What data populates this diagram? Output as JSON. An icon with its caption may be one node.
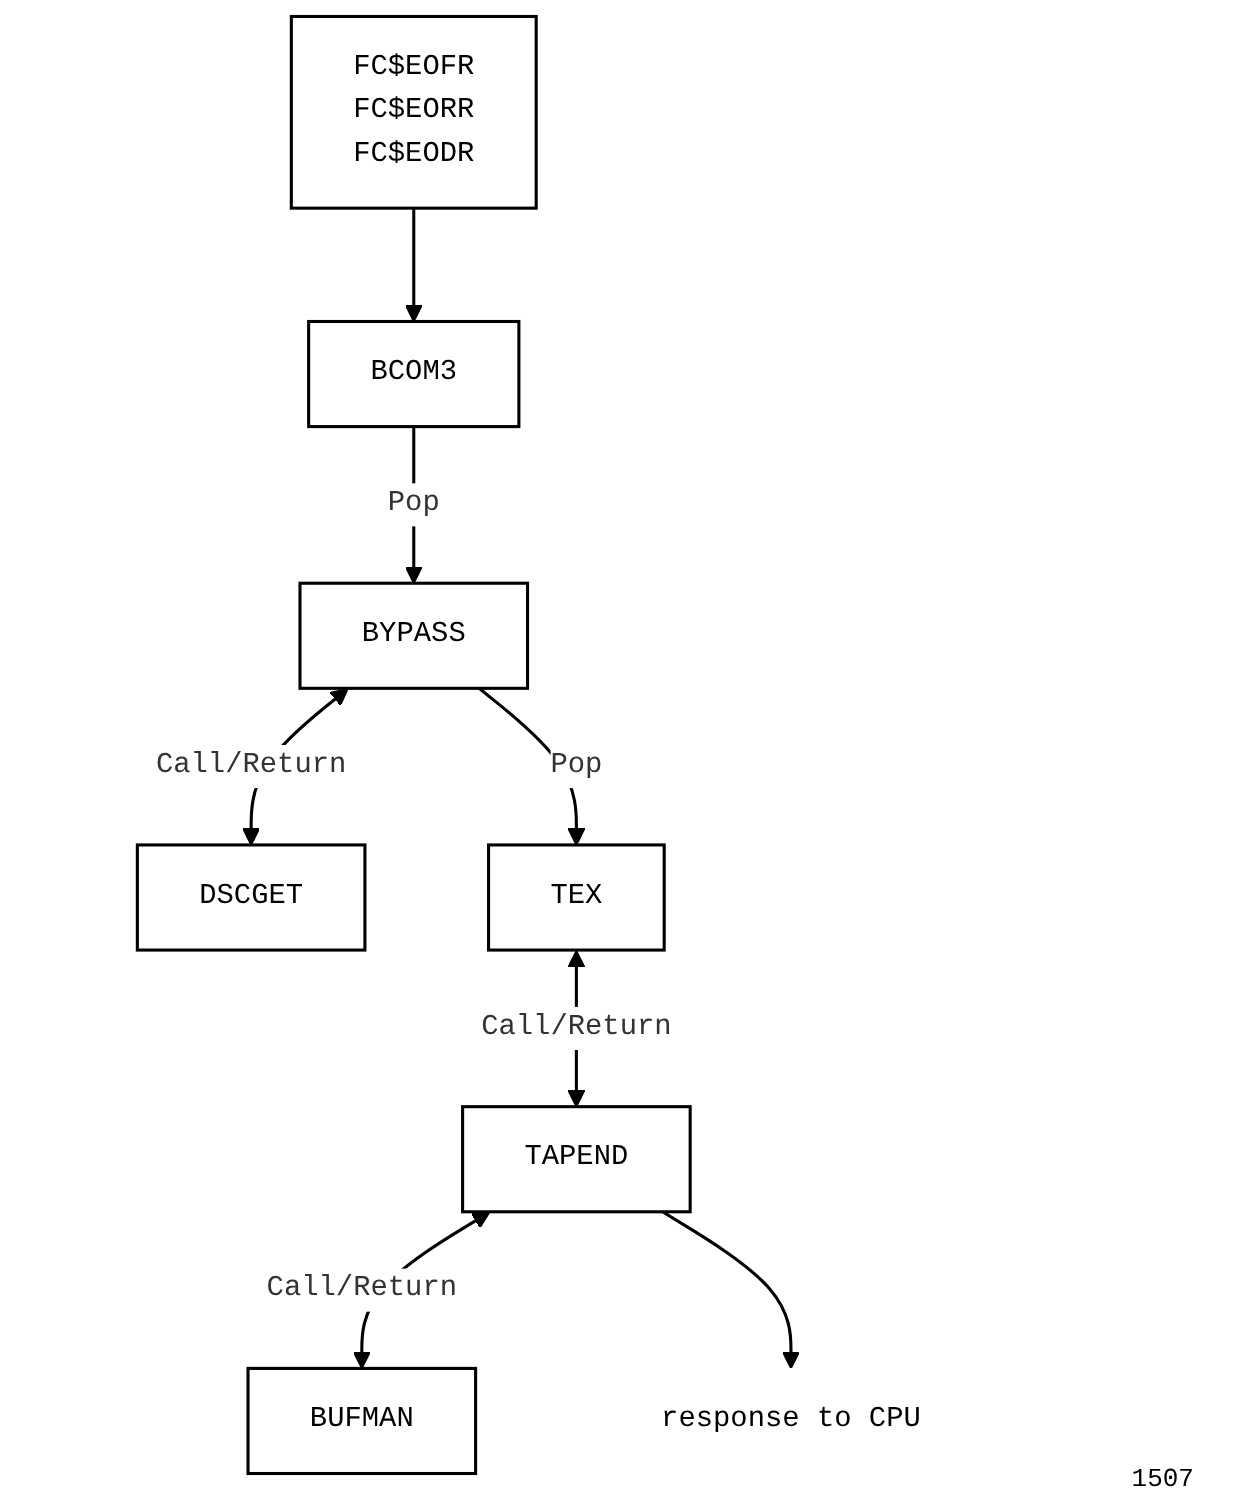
{
  "diagram": {
    "nodes": [
      {
        "text": [
          "FC$EOFR",
          "FC$EORR",
          "FC$EODR"
        ]
      },
      {
        "text": [
          "BCOM3"
        ]
      },
      {
        "text": [
          "BYPASS"
        ]
      },
      {
        "text": [
          "DSCGET"
        ]
      },
      {
        "text": [
          "TEX"
        ]
      },
      {
        "text": [
          "TAPEND"
        ]
      },
      {
        "text": [
          "BUFMAN"
        ]
      },
      {
        "text": [
          "response to CPU"
        ]
      }
    ],
    "edges": [
      {
        "from": 0,
        "to": 1,
        "arrow": "to"
      },
      {
        "from": 1,
        "to": 2,
        "arrow": "to",
        "label": "Pop"
      },
      {
        "from": 2,
        "to": 3,
        "arrow": "both",
        "label": "Call/Return"
      },
      {
        "from": 2,
        "to": 4,
        "arrow": "to",
        "label": "Pop"
      },
      {
        "from": 4,
        "to": 5,
        "arrow": "both",
        "label": "Call/Return"
      },
      {
        "from": 5,
        "to": 6,
        "arrow": "both",
        "label": "Call/Return"
      },
      {
        "from": 5,
        "to": 7,
        "arrow": "to"
      }
    ],
    "labels": [
      "1507"
    ]
  }
}
